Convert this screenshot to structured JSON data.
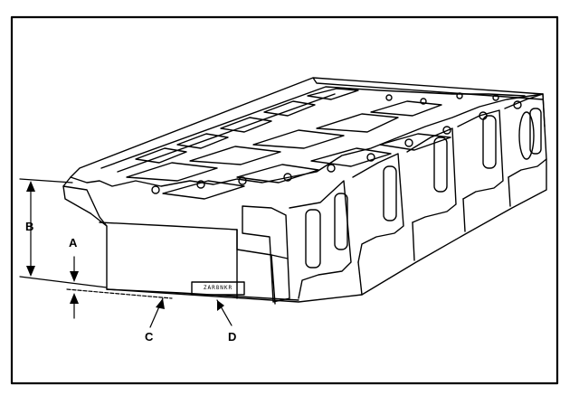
{
  "figure": {
    "subject": "engine-cylinder-head",
    "stroke_color": "#000000",
    "background_color": "#ffffff",
    "callouts": {
      "a": "A",
      "b": "B",
      "c": "C",
      "d": "D"
    },
    "stamp_text": "ZAR8NKR"
  }
}
